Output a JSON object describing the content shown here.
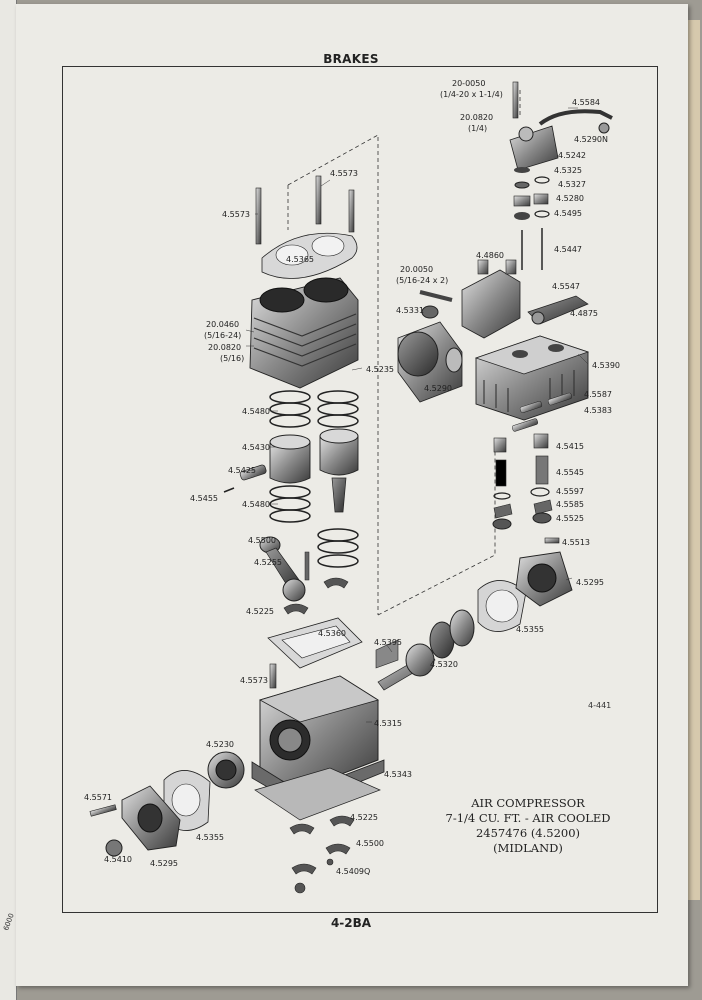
{
  "page": {
    "section_title": "BRAKES",
    "page_number": "4-2BA",
    "figure_number": "4-441",
    "corner_fragment": "6000"
  },
  "caption": {
    "line1": "AIR COMPRESSOR",
    "line2": "7-1/4 CU. FT. - AIR COOLED",
    "line3": "2457476 (4.5200)",
    "line4": "(MIDLAND)"
  },
  "callouts": [
    {
      "id": "l1",
      "text": "20-0050"
    },
    {
      "id": "l2",
      "text": "(1/4-20 x 1-1/4)"
    },
    {
      "id": "l3",
      "text": "4.5584"
    },
    {
      "id": "l4",
      "text": "20.0820"
    },
    {
      "id": "l5",
      "text": "(1/4)"
    },
    {
      "id": "l6",
      "text": "4.5290N"
    },
    {
      "id": "l7",
      "text": "4.5242"
    },
    {
      "id": "l8",
      "text": "4.5325"
    },
    {
      "id": "l9",
      "text": "4.5327"
    },
    {
      "id": "l10",
      "text": "4.5280"
    },
    {
      "id": "l11",
      "text": "4.5495"
    },
    {
      "id": "l12",
      "text": "4.5447"
    },
    {
      "id": "l13",
      "text": "4.4860"
    },
    {
      "id": "l14",
      "text": "20.0050"
    },
    {
      "id": "l15",
      "text": "(5/16-24 x 2)"
    },
    {
      "id": "l16",
      "text": "4.5547"
    },
    {
      "id": "l17",
      "text": "4.5331"
    },
    {
      "id": "l18",
      "text": "4.4875"
    },
    {
      "id": "l19",
      "text": "4.5390"
    },
    {
      "id": "l20",
      "text": "4.5290"
    },
    {
      "id": "l21",
      "text": "4.5587"
    },
    {
      "id": "l22",
      "text": "4.5383"
    },
    {
      "id": "l23",
      "text": "4.5573"
    },
    {
      "id": "l24",
      "text": "4.5573"
    },
    {
      "id": "l25",
      "text": "4.5365"
    },
    {
      "id": "l26",
      "text": "20.0460"
    },
    {
      "id": "l27",
      "text": "(5/16-24)"
    },
    {
      "id": "l28",
      "text": "20.0820"
    },
    {
      "id": "l29",
      "text": "(5/16)"
    },
    {
      "id": "l30",
      "text": "4.5235"
    },
    {
      "id": "l31",
      "text": "4.5480"
    },
    {
      "id": "l32",
      "text": "4.5430"
    },
    {
      "id": "l33",
      "text": "4.5425"
    },
    {
      "id": "l34",
      "text": "4.5455"
    },
    {
      "id": "l35",
      "text": "4.5480"
    },
    {
      "id": "l36",
      "text": "4.5415"
    },
    {
      "id": "l37",
      "text": "4.5545"
    },
    {
      "id": "l38",
      "text": "4.5597"
    },
    {
      "id": "l39",
      "text": "4.5585"
    },
    {
      "id": "l40",
      "text": "4.5525"
    },
    {
      "id": "l41",
      "text": "4.5500"
    },
    {
      "id": "l42",
      "text": "4.5255"
    },
    {
      "id": "l43",
      "text": "4.5513"
    },
    {
      "id": "l44",
      "text": "4.5295"
    },
    {
      "id": "l45",
      "text": "4.5225"
    },
    {
      "id": "l46",
      "text": "4.5360"
    },
    {
      "id": "l47",
      "text": "4.5395"
    },
    {
      "id": "l48",
      "text": "4.5355"
    },
    {
      "id": "l49",
      "text": "4.5320"
    },
    {
      "id": "l50",
      "text": "4.5573"
    },
    {
      "id": "l51",
      "text": "4.5315"
    },
    {
      "id": "l52",
      "text": "4.5230"
    },
    {
      "id": "l53",
      "text": "4.5343"
    },
    {
      "id": "l54",
      "text": "4.5571"
    },
    {
      "id": "l55",
      "text": "4.5225"
    },
    {
      "id": "l56",
      "text": "4.5355"
    },
    {
      "id": "l57",
      "text": "4.5500"
    },
    {
      "id": "l58",
      "text": "4.5410"
    },
    {
      "id": "l59",
      "text": "4.5295"
    },
    {
      "id": "l60",
      "text": "4.5409Q"
    }
  ]
}
